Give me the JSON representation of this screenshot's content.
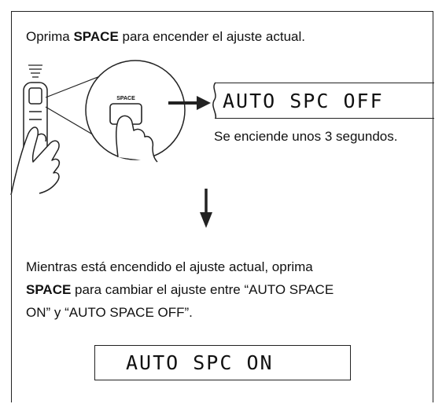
{
  "step1": {
    "pre": "Oprima ",
    "key": "SPACE",
    "post": " para encender el ajuste actual."
  },
  "illustration": {
    "button_label": "SPACE"
  },
  "display1": {
    "text": "AUTO SPC OFF",
    "caption": "Se enciende unos 3 segundos."
  },
  "step2": {
    "line1": "Mientras está encendido el ajuste actual, oprima",
    "key": "SPACE",
    "line2_post": " para cambiar el ajuste entre “AUTO SPACE",
    "line3": "ON” y “AUTO SPACE OFF”."
  },
  "display2": {
    "text": "AUTO SPC ON"
  }
}
